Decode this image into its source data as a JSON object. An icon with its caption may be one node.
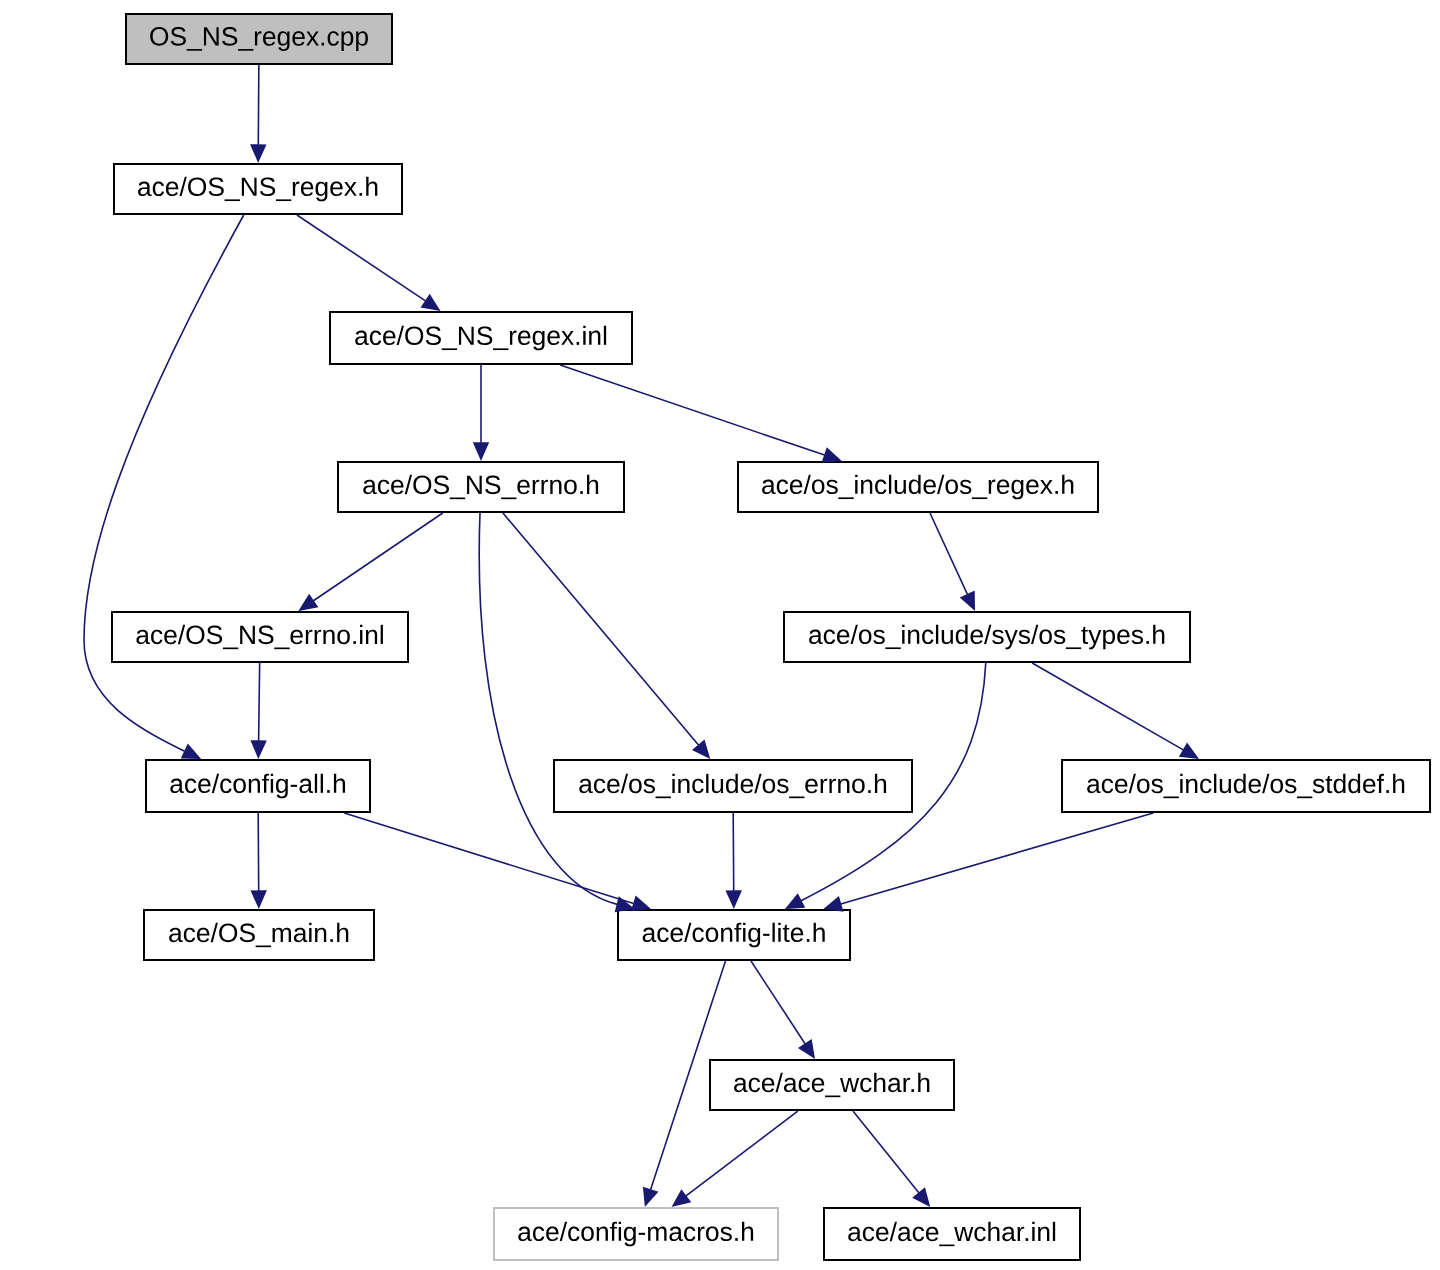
{
  "diagram": {
    "nodes": [
      {
        "text": [
          "OS_NS_regex.cpp"
        ]
      },
      {
        "text": [
          "ace/OS_NS_regex.h"
        ]
      },
      {
        "text": [
          "ace/OS_NS_regex.inl"
        ]
      },
      {
        "text": [
          "ace/OS_NS_errno.h"
        ]
      },
      {
        "text": [
          "ace/os_include/os_regex.h"
        ]
      },
      {
        "text": [
          "ace/OS_NS_errno.inl"
        ]
      },
      {
        "text": [
          "ace/os_include/sys/os_types.h"
        ]
      },
      {
        "text": [
          "ace/config-all.h"
        ]
      },
      {
        "text": [
          "ace/os_include/os_errno.h"
        ]
      },
      {
        "text": [
          "ace/os_include/os_stddef.h"
        ]
      },
      {
        "text": [
          "ace/OS_main.h"
        ]
      },
      {
        "text": [
          "ace/config-lite.h"
        ]
      },
      {
        "text": [
          "ace/ace_wchar.h"
        ]
      },
      {
        "text": [
          "ace/config-macros.h"
        ]
      },
      {
        "text": [
          "ace/ace_wchar.inl"
        ]
      }
    ],
    "edges": [
      {
        "from": 0,
        "to": 1,
        "arrow": "to"
      },
      {
        "from": 1,
        "to": 2,
        "arrow": "to"
      },
      {
        "from": 1,
        "to": 7,
        "arrow": "to"
      },
      {
        "from": 2,
        "to": 3,
        "arrow": "to"
      },
      {
        "from": 2,
        "to": 4,
        "arrow": "to"
      },
      {
        "from": 3,
        "to": 5,
        "arrow": "to"
      },
      {
        "from": 3,
        "to": 11,
        "arrow": "to"
      },
      {
        "from": 3,
        "to": 8,
        "arrow": "to"
      },
      {
        "from": 4,
        "to": 6,
        "arrow": "to"
      },
      {
        "from": 5,
        "to": 7,
        "arrow": "to"
      },
      {
        "from": 6,
        "to": 11,
        "arrow": "to"
      },
      {
        "from": 6,
        "to": 9,
        "arrow": "to"
      },
      {
        "from": 7,
        "to": 10,
        "arrow": "to"
      },
      {
        "from": 7,
        "to": 11,
        "arrow": "to"
      },
      {
        "from": 8,
        "to": 11,
        "arrow": "to"
      },
      {
        "from": 9,
        "to": 11,
        "arrow": "to"
      },
      {
        "from": 11,
        "to": 12,
        "arrow": "to"
      },
      {
        "from": 11,
        "to": 13,
        "arrow": "to"
      },
      {
        "from": 12,
        "to": 13,
        "arrow": "to"
      },
      {
        "from": 12,
        "to": 14,
        "arrow": "to"
      }
    ]
  }
}
